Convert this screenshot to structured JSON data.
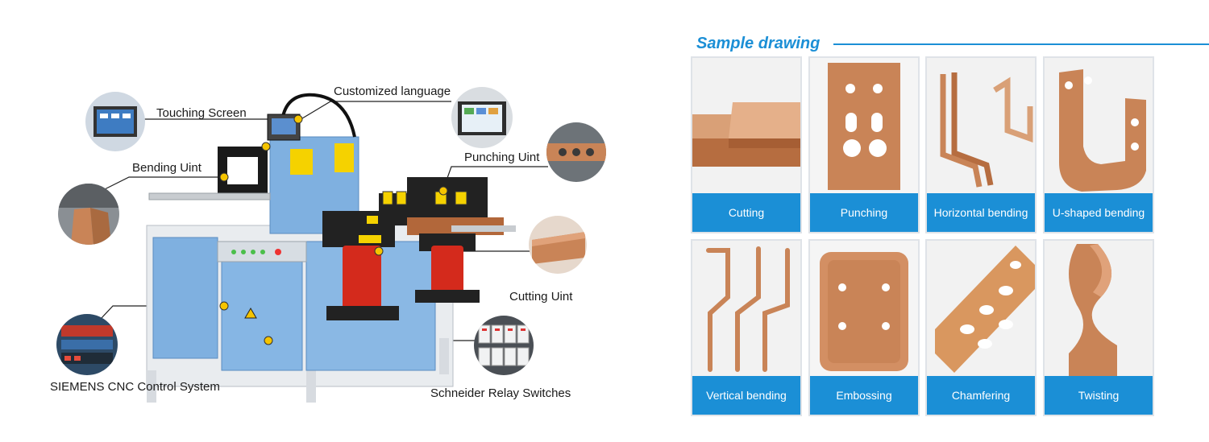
{
  "machine": {
    "labels": {
      "touching_screen": "Touching Screen",
      "customized_language": "Customized language",
      "bending_unit": "Bending Uint",
      "punching_unit": "Punching Uint",
      "cutting_unit": "Cutting Uint",
      "control_system": "SIEMENS CNC Control System",
      "relay_switches": "Schneider Relay Switches"
    }
  },
  "samples": {
    "title": "Sample drawing",
    "items": [
      {
        "label": "Cutting"
      },
      {
        "label": "Punching"
      },
      {
        "label": "Horizontal bending"
      },
      {
        "label": "U-shaped bending"
      },
      {
        "label": "Vertical bending"
      },
      {
        "label": "Embossing"
      },
      {
        "label": "Chamfering"
      },
      {
        "label": "Twisting"
      }
    ]
  },
  "colors": {
    "accent": "#1b8fd6",
    "machine_blue": "#7fb0e0",
    "copper": "#c98457",
    "cylinder_red": "#d42a1c"
  }
}
